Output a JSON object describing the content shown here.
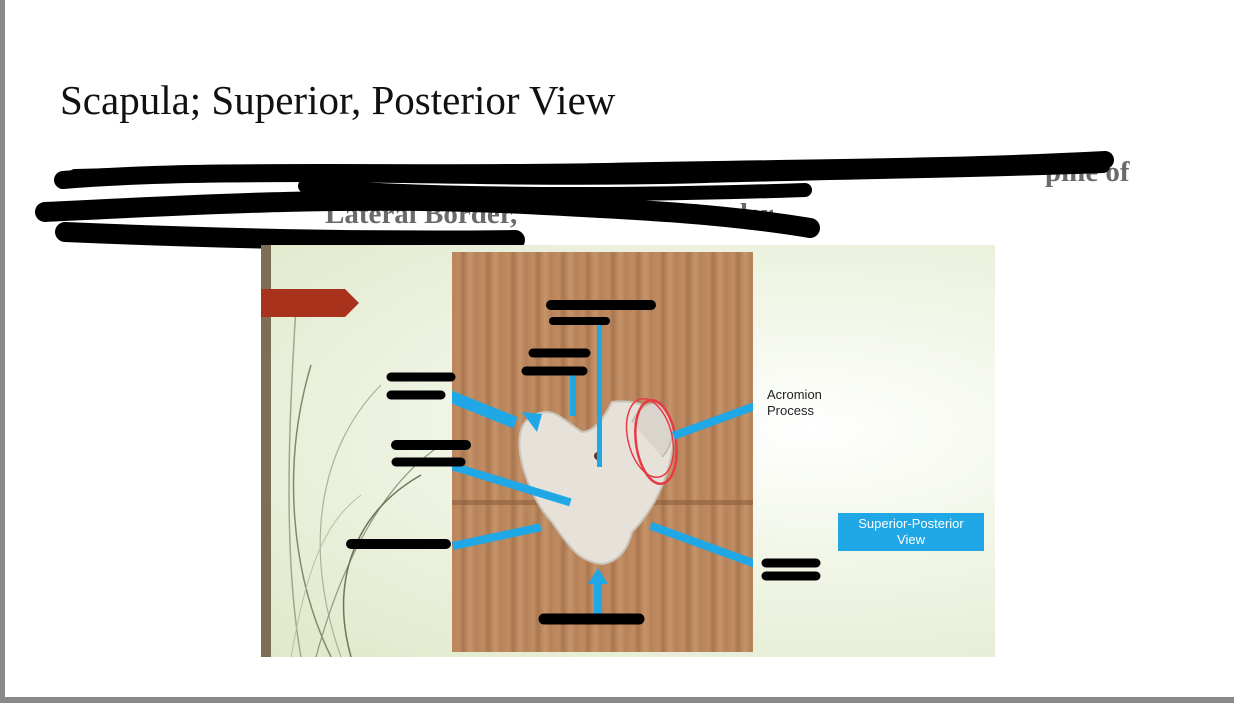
{
  "slide_title": "Scapula; Superior, Posterior View",
  "subline": {
    "line1_tail": "pine of",
    "line2_fragment": "Lateral Border,",
    "line2_tail": "Border"
  },
  "labels": {
    "acromion_process": "Acromion\nProcess",
    "view_caption": "Superior-Posterior\nView"
  },
  "colors": {
    "arrow_blue": "#1fa7e6",
    "slide_accent": "#a8321b",
    "circle_red": "#e83a44"
  }
}
